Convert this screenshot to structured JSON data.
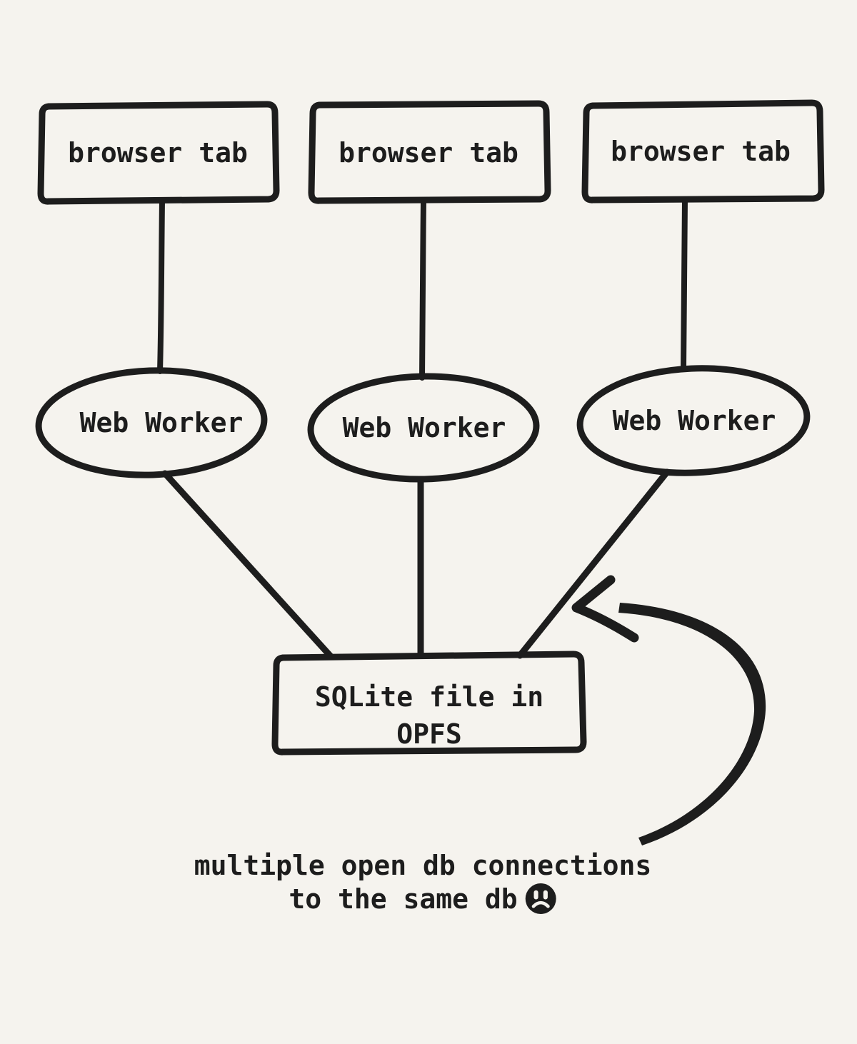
{
  "diagram": {
    "background": "#f5f3ee",
    "ink": "#1d1d1d",
    "tabs": [
      {
        "label": "browser tab"
      },
      {
        "label": "browser tab"
      },
      {
        "label": "browser tab"
      }
    ],
    "workers": [
      {
        "label": "Web Worker"
      },
      {
        "label": "Web Worker"
      },
      {
        "label": "Web Worker"
      }
    ],
    "storage": {
      "line1": "SQLite file in",
      "line2": "OPFS"
    },
    "caption": {
      "line1": "multiple open db connections",
      "line2": "to the same db",
      "emoji": "frowning-face"
    }
  }
}
